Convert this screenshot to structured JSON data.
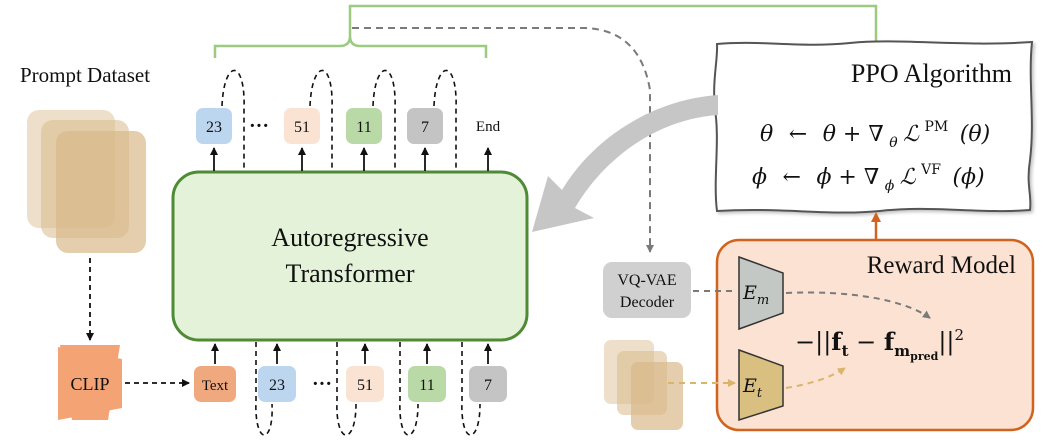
{
  "prompt_dataset": {
    "label": "Prompt Dataset"
  },
  "clip": {
    "label": "CLIP"
  },
  "transformer": {
    "line1": "Autoregressive",
    "line2": "Transformer"
  },
  "output_tokens": [
    {
      "label": "23",
      "color": "#bcd6ef"
    },
    {
      "label": "···",
      "color": "none"
    },
    {
      "label": "51",
      "color": "#fbe3d3"
    },
    {
      "label": "11",
      "color": "#b9d9a6"
    },
    {
      "label": "7",
      "color": "#c4c4c4"
    },
    {
      "label": "End",
      "color": "none"
    }
  ],
  "input_tokens": [
    {
      "label": "Text",
      "color": "#f0a97f"
    },
    {
      "label": "23",
      "color": "#bcd6ef"
    },
    {
      "label": "···",
      "color": "none"
    },
    {
      "label": "51",
      "color": "#fbe3d3"
    },
    {
      "label": "11",
      "color": "#b9d9a6"
    },
    {
      "label": "7",
      "color": "#c4c4c4"
    }
  ],
  "ppo": {
    "title": "PPO Algorithm",
    "eq1": {
      "lhs": "θ",
      "arrow": "←",
      "rhs": "θ + ∇",
      "sub": "θ",
      "loss": "ℒ",
      "sup": "PM",
      "arg": "(θ)"
    },
    "eq2": {
      "lhs": "ϕ",
      "arrow": "←",
      "rhs": "ϕ + ∇",
      "sub": "ϕ",
      "loss": "ℒ",
      "sup": "VF",
      "arg": "(ϕ)"
    }
  },
  "vqvae": {
    "line1": "VQ-VAE",
    "line2": "Decoder"
  },
  "reward_model": {
    "title": "Reward Model",
    "em": {
      "base": "E",
      "sub": "m"
    },
    "et": {
      "base": "E",
      "sub": "t"
    },
    "formula": {
      "pre": "−||",
      "f": "f",
      "t": "t",
      "minus": " − ",
      "f2": "f",
      "m": "m",
      "pred": "pred",
      "post": "||",
      "sup": "2"
    }
  },
  "colors": {
    "transformer_fill": "#e3f2d9",
    "transformer_stroke": "#4f8a34",
    "reward_fill": "#fbe2d2",
    "reward_stroke": "#d0641f",
    "green_bracket": "#9ccb80",
    "clip_fill": "#f4a374",
    "prompt_card": "#d9b98a",
    "em_fill": "#c4c8c4",
    "et_fill": "#d9c080"
  }
}
